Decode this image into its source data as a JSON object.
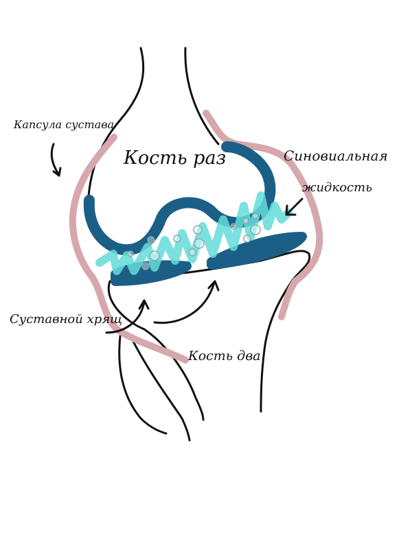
{
  "labels": {
    "capsule": "Капсула сустава",
    "bone_one": "Кость раз",
    "synovial_line1": "Синовиальная",
    "synovial_line2": "жидкость",
    "cartilage": "Суставной хрящ",
    "bone_two": "Кость два"
  },
  "colors": {
    "capsule": "#d6a7ab",
    "cartilage": "#1b5f86",
    "fluid": "#63dcd8",
    "outline": "#111111"
  }
}
